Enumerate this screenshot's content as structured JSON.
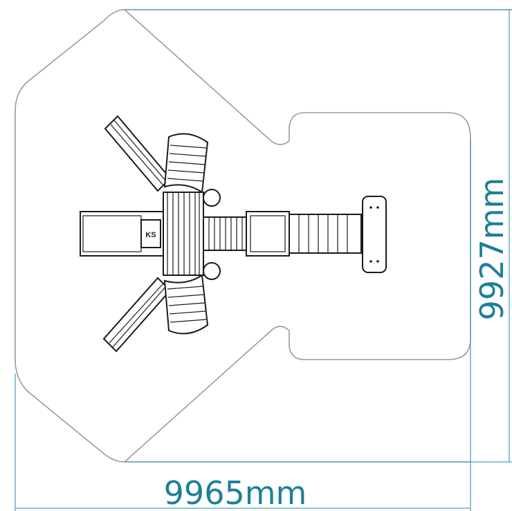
{
  "drawing": {
    "title": "",
    "dimensions": {
      "width_label": "9965mm",
      "height_label": "9927mm"
    },
    "colors": {
      "dimension_text": "#1e7f99",
      "dimension_line": "#4aa3bd",
      "safety_zone": "#9a9a9a",
      "equipment_ink": "#1a1a1a"
    },
    "equipment_text": {
      "deck_logo": "KS"
    }
  }
}
